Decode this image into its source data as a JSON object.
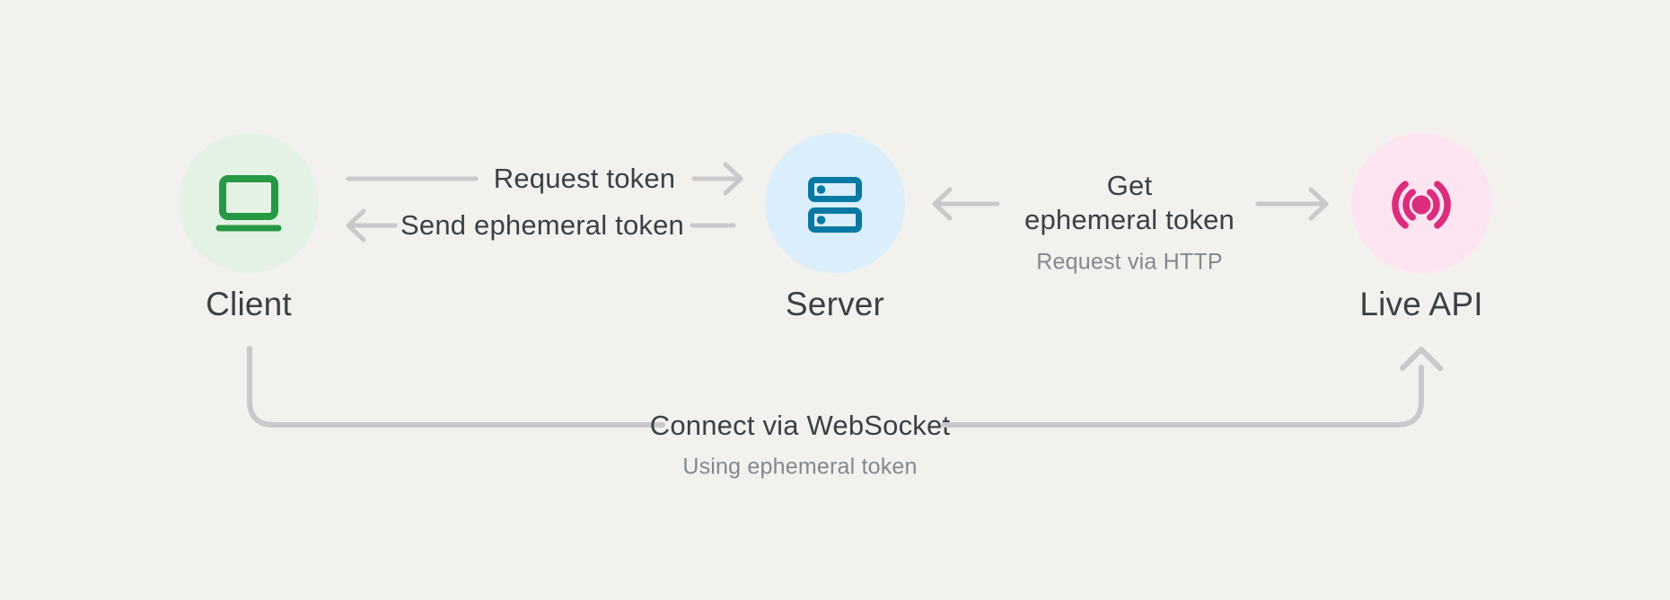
{
  "diagram": {
    "nodes": {
      "client": {
        "label": "Client",
        "icon": "laptop-icon"
      },
      "server": {
        "label": "Server",
        "icon": "server-rack-icon"
      },
      "live_api": {
        "label": "Live API",
        "icon": "broadcast-icon"
      }
    },
    "edges": {
      "request_token": {
        "label": "Request token"
      },
      "send_ephemeral_token": {
        "label": "Send ephemeral token"
      },
      "get_ephemeral_token": {
        "label": "Get\nephemeral token",
        "sublabel": "Request via HTTP"
      },
      "connect_websocket": {
        "label": "Connect via WebSocket",
        "sublabel": "Using ephemeral token"
      }
    }
  },
  "colors": {
    "background": "#f2f1ee",
    "line": "#c9c9c9",
    "text_dark": "#3c4043",
    "text_gray": "#85888b",
    "client_icon": "#279843",
    "client_circle": "#e4f2e5",
    "server_icon": "#0879a3",
    "server_circle": "#daeefb",
    "live_api_icon": "#dc2c7e",
    "live_api_circle": "#fce5f0",
    "none": "none"
  }
}
